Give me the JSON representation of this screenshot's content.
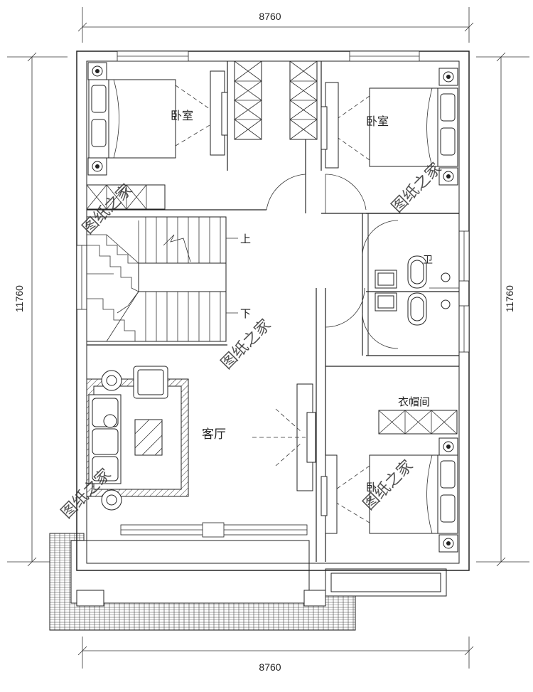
{
  "dimensions": {
    "top": "8760",
    "bottom": "8760",
    "left": "11760",
    "right": "11760"
  },
  "rooms": {
    "bedroom_left": "卧室",
    "bedroom_right": "卧室",
    "bathroom": "卫",
    "cloakroom": "衣帽间",
    "living_room": "客厅",
    "bedroom_bottom": "卧"
  },
  "stairs": {
    "up": "上",
    "down": "下"
  },
  "watermark": "图纸之家",
  "colors": {
    "line": "#222222",
    "background": "#ffffff"
  }
}
